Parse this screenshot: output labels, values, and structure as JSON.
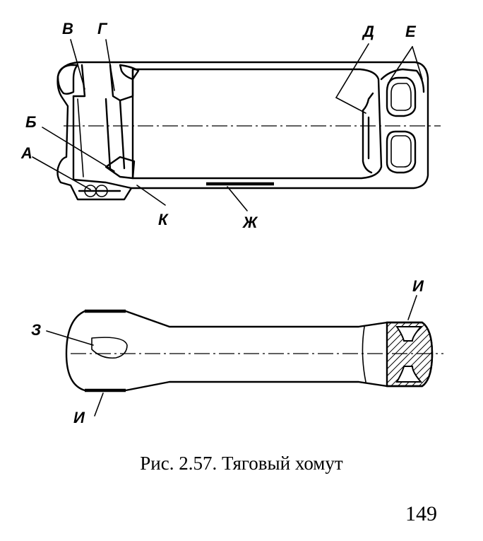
{
  "labels": {
    "V": "В",
    "G": "Г",
    "D": "Д",
    "E": "Е",
    "B": "Б",
    "A": "А",
    "K": "К",
    "Zh": "Ж",
    "Z": "З",
    "I_top": "И",
    "I_bottom": "И"
  },
  "caption": "Рис. 2.57. Тяговый хомут",
  "page_number": "149"
}
